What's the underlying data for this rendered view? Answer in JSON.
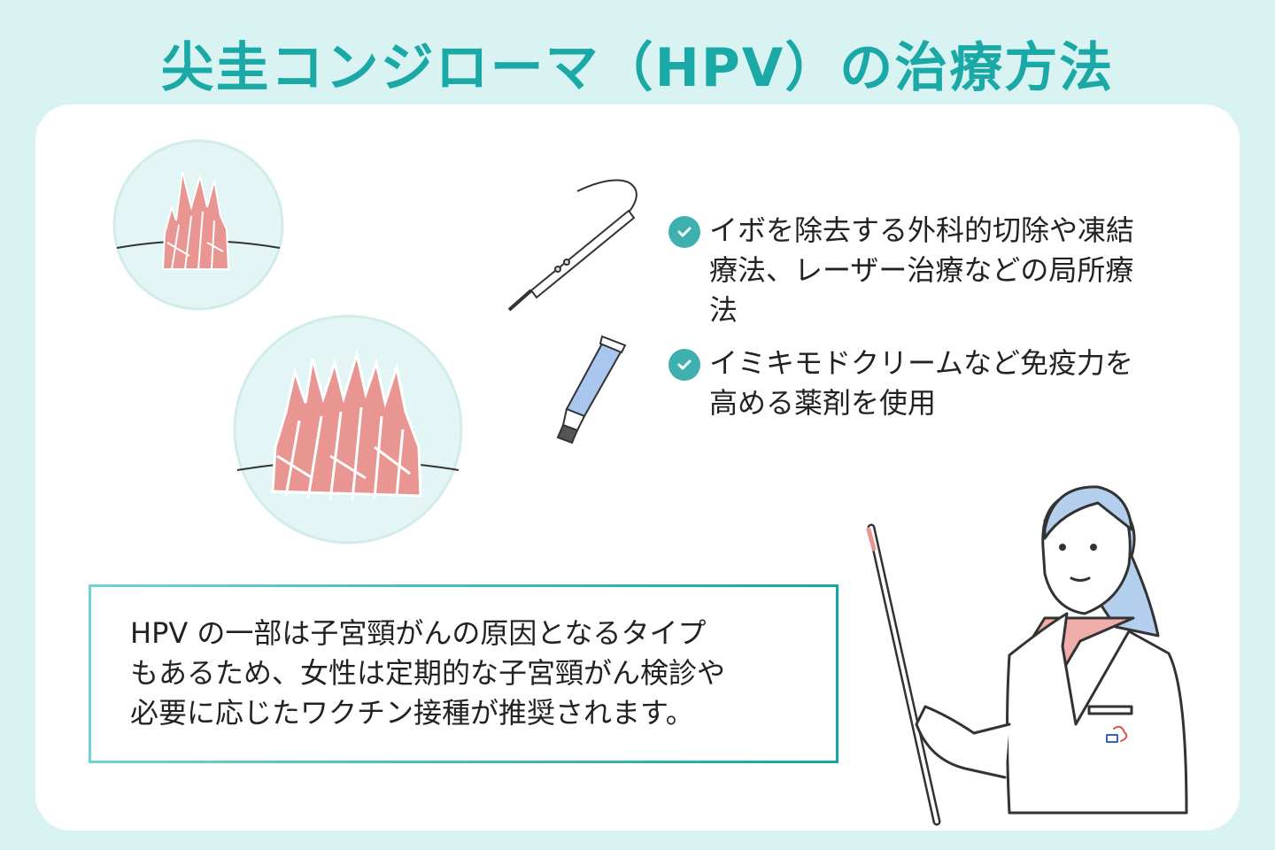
{
  "title": "尖圭コンジローマ（HPV）の治療方法",
  "treatments": [
    {
      "icon": "check-circle-icon",
      "text": "イボを除去する外科的切除や凍結療法、レーザー治療などの局所療法"
    },
    {
      "icon": "check-circle-icon",
      "text": "イミキモドクリームなど免疫力を高める薬剤を使用"
    }
  ],
  "note": {
    "lines": [
      "HPV の一部は子宮頸がんの原因となるタイプ",
      "もあるため、女性は定期的な子宮頸がん検診や",
      "必要に応じたワクチン接種が推奨されます。"
    ]
  },
  "colors": {
    "accent": "#1aa9a6",
    "background": "#d8f3f2",
    "wart": "#e99592",
    "check": "#3fb0b0"
  }
}
